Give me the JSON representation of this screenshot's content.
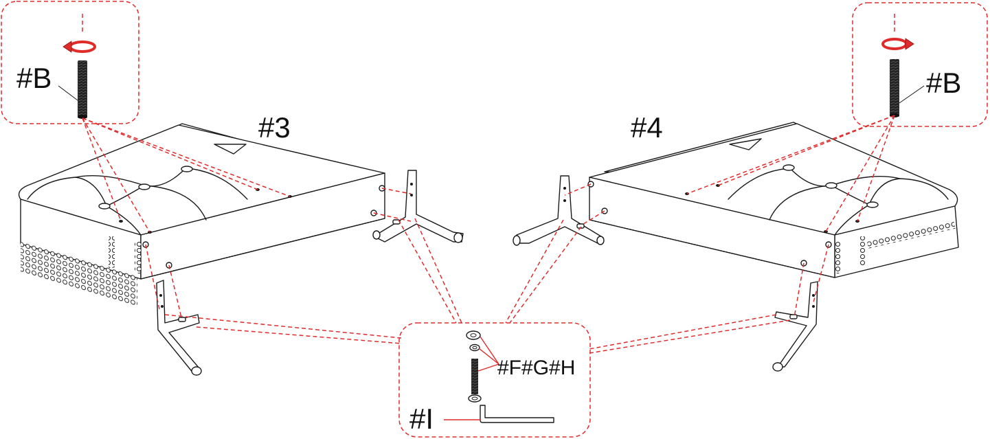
{
  "labels": {
    "seat_left": "#3",
    "seat_right": "#4",
    "bolt_left": "#B",
    "bolt_right": "#B",
    "hardware": "#F#G#H",
    "wrench": "#I"
  },
  "colors": {
    "callout": "#e02b2b",
    "ink": "#1a1a1a",
    "background": "#ffffff"
  },
  "icons": {
    "rotate_left": "rotate-arrow-icon",
    "rotate_right": "rotate-arrow-icon"
  }
}
